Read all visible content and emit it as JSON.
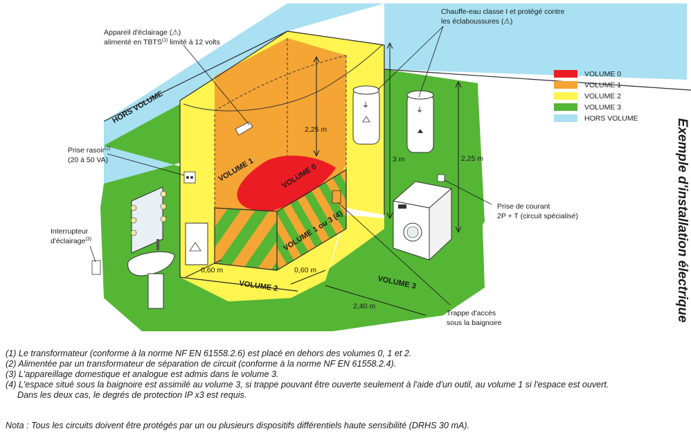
{
  "title": "Exemple d'installation électrique",
  "colors": {
    "volume_0": "#ec1c24",
    "volume_1": "#f4a534",
    "volume_2": "#fff450",
    "volume_3": "#55b535",
    "hors_volume": "#a9e0f2"
  },
  "legend": [
    {
      "label": "VOLUME 0",
      "color": "#ec1c24"
    },
    {
      "label": "VOLUME 1",
      "color": "#f4a534"
    },
    {
      "label": "VOLUME 2",
      "color": "#fff450"
    },
    {
      "label": "VOLUME 3",
      "color": "#55b535"
    },
    {
      "label": "HORS VOLUME",
      "color": "#a9e0f2"
    }
  ],
  "zones": {
    "hors_volume": "HORS VOLUME",
    "volume_1": "VOLUME 1",
    "volume_0": "VOLUME 0",
    "volume_1_ou_3": "VOLUME 1 ou 3 (4)",
    "volume_2": "VOLUME 2",
    "volume_3": "VOLUME 3"
  },
  "dimensions": {
    "h_volume1": "2,25 m",
    "h_total": "3 m",
    "h_volume3": "2,25 m",
    "w_left": "0,60 m",
    "w_right": "0,60 m",
    "w_volume3": "2,40 m"
  },
  "callouts": {
    "appareil_line1": "Appareil d'éclairage (",
    "appareil_line1_end": ")",
    "appareil_line2": "alimenté en TBTS",
    "appareil_sup": "(1)",
    "appareil_line2_end": " limité à 12 volts",
    "chauffe_line1": "Chauffe-eau classe I  et protégé contre",
    "chauffe_line2": "les éclaboussures (",
    "chauffe_line2_end": ")",
    "rasoir_line1": "Prise rasoir",
    "rasoir_sup": "(2)",
    "rasoir_line2": "(20 à 50 VA)",
    "interrupteur_line1": "Interrupteur",
    "interrupteur_line2": "d'éclairage",
    "interrupteur_sup": "(3)",
    "prise_line1": "Prise de courant",
    "prise_line2": "2P + T (circuit spécialisé)",
    "trappe_line1": "Trappe d'accès",
    "trappe_line2": "sous la baignoire"
  },
  "notes": [
    "(1) Le transformateur (conforme à la norme NF EN 61558.2.6) est placé en dehors des volumes 0, 1 et 2.",
    "(2) Alimentée par un transformateur de séparation de circuit (conforme à la norme NF EN 61558.2.4).",
    "(3) L'appareillage domestique et analogue est admis dans le volume 3.",
    "(4) L'espace situé sous la baignoire est assimilé au volume 3, si trappe pouvant être ouverte seulement à l'aide d'un outil, au volume 1 si l'espace est ouvert.",
    "Dans les deux cas, le degrés de protection IP x3 est requis."
  ],
  "nota": "Nota : Tous les circuits doivent être protégés par un ou plusieurs dispositifs différentiels haute sensibilité (DRHS 30 mA)."
}
